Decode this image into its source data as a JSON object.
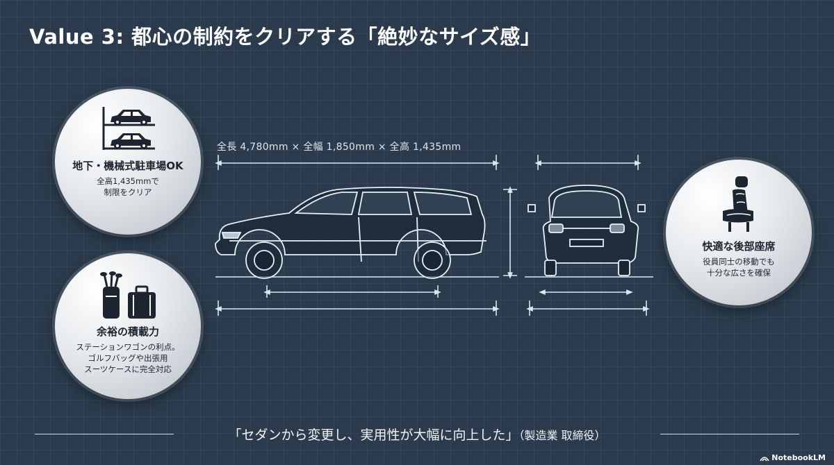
{
  "title": "Value 3: 都心の制約をクリアする「絶妙なサイズ感」",
  "dimensions": "全長 4,780mm × 全幅 1,850mm × 全高 1,435mm",
  "features": {
    "parking": {
      "title": "地下・機械式駐車場OK",
      "desc_line1": "全高1,435mmで",
      "desc_line2": "制限をクリア"
    },
    "cargo": {
      "title": "余裕の積載力",
      "desc_line1": "ステーションワゴンの利点。",
      "desc_line2": "ゴルフバッグや出張用",
      "desc_line3": "スーツケースに完全対応"
    },
    "seat": {
      "title": "快適な後部座席",
      "desc_line1": "役員同士の移動でも",
      "desc_line2": "十分な広さを確保"
    }
  },
  "quote": {
    "text": "「セダンから変更し、実用性が大幅に向上した」",
    "attribution": "（製造業 取締役）"
  },
  "badge": "NotebookLM",
  "colors": {
    "background": "#2b3b4d",
    "blueprint_line": "#dbe8f2",
    "circle_fill": "#e6e9ec"
  }
}
